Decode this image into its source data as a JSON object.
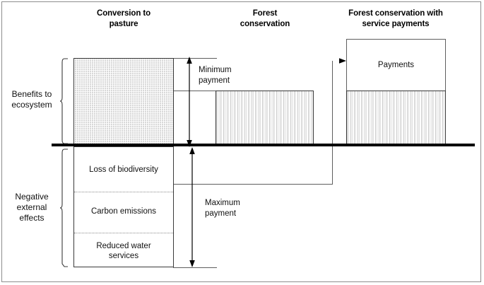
{
  "figure": {
    "background_color": "#ffffff",
    "frame_color": "#8d8d8d",
    "baseline_color": "#000000"
  },
  "columns": [
    {
      "id": "conversion",
      "title": "Conversion to\npasture",
      "title_line1": "Conversion to",
      "title_line2": "pasture"
    },
    {
      "id": "conservation",
      "title": "Forest\nconservation",
      "title_line1": "Forest",
      "title_line2": "conservation"
    },
    {
      "id": "conservation_payments",
      "title": "Forest conservation with\nservice payments",
      "title_line1": "Forest conservation with",
      "title_line2": "service payments"
    }
  ],
  "axis": {
    "positive_label_line1": "Benefits to",
    "positive_label_line2": "ecosystem",
    "negative_label_line1": "Negative",
    "negative_label_line2": "external",
    "negative_label_line3": "effects"
  },
  "annotations": {
    "minimum_payment_line1": "Minimum",
    "minimum_payment_line2": "payment",
    "maximum_payment_line1": "Maximum",
    "maximum_payment_line2": "payment",
    "payments_box_label": "Payments"
  },
  "negative_segments": [
    {
      "id": "biodiversity",
      "label": "Loss of biodiversity"
    },
    {
      "id": "carbon",
      "label": "Carbon emissions"
    },
    {
      "id": "water_line1",
      "label": "Reduced water",
      "label_line2": "services"
    }
  ],
  "chart_data": {
    "type": "bar",
    "title": "",
    "xlabel": "",
    "ylabel": "",
    "categories": [
      "Conversion to pasture",
      "Forest conservation",
      "Forest conservation with service payments"
    ],
    "series": [
      {
        "name": "Benefits to ecosystem",
        "values": [
          123,
          77,
          77
        ],
        "note": "positive bar heights in pixels above the zero baseline"
      },
      {
        "name": "Payments",
        "values": [
          0,
          0,
          74
        ],
        "note": "unfilled payments box stacked on top of benefits in the third column"
      },
      {
        "name": "Negative external effects",
        "values": [
          -170,
          0,
          0
        ],
        "note": "stacked negative box: loss of biodiversity, carbon emissions, reduced water services"
      }
    ],
    "negative_stack": [
      {
        "label": "Loss of biodiversity",
        "value": -64
      },
      {
        "label": "Carbon emissions",
        "value": -58
      },
      {
        "label": "Reduced water services",
        "value": -48
      }
    ],
    "annotations": [
      {
        "label": "Minimum payment",
        "type": "double-arrow",
        "spans": "from top of conversion-to-pasture benefits down to the zero baseline"
      },
      {
        "label": "Maximum payment",
        "type": "double-arrow",
        "spans": "from the zero baseline down to the bottom of the negative external effects"
      }
    ],
    "grid": false,
    "legend": "none"
  }
}
